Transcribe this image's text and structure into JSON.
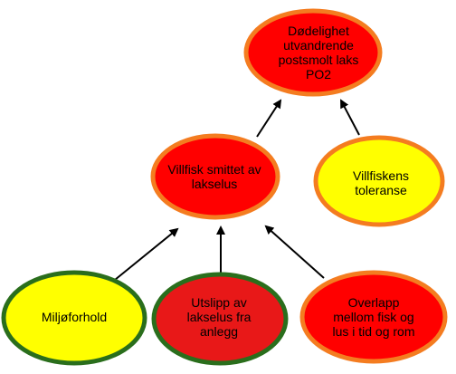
{
  "diagram": {
    "nodes": {
      "top": {
        "label": "Dødelighet\nutvandrende\npostsmolt laks\nPO2",
        "fill": "#ff0000",
        "border": "#f47c20"
      },
      "middle": {
        "label": "Villfisk smittet av\nlakselus",
        "fill": "#ff0000",
        "border": "#f47c20"
      },
      "right": {
        "label": "Villfiskens\ntoleranse",
        "fill": "#ffff00",
        "border": "#f47c20"
      },
      "bottom_left": {
        "label": "Miljøforhold",
        "fill": "#ffff00",
        "border": "#2a6e1c"
      },
      "bottom_middle": {
        "label": "Utslipp av\nlakselus fra\nanlegg",
        "fill": "#e81818",
        "border": "#2a6e1c"
      },
      "bottom_right": {
        "label": "Overlapp\nmellom fisk og\nlus i tid og rom",
        "fill": "#ff0000",
        "border": "#f47c20"
      }
    },
    "edges": [
      {
        "from": "middle",
        "to": "top"
      },
      {
        "from": "right",
        "to": "top"
      },
      {
        "from": "bottom_left",
        "to": "middle"
      },
      {
        "from": "bottom_middle",
        "to": "middle"
      },
      {
        "from": "bottom_right",
        "to": "middle"
      }
    ],
    "edge_color": "#000000"
  }
}
